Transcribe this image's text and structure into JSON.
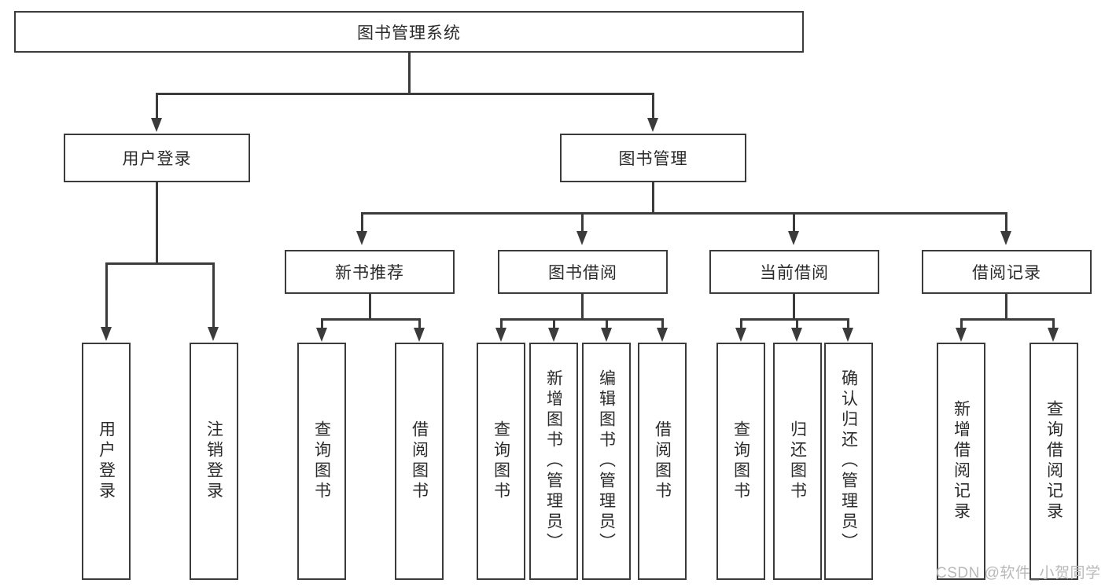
{
  "diagram": {
    "type": "tree-hierarchy",
    "title": "图书管理系统",
    "root": {
      "label": "图书管理系统"
    },
    "level1": [
      {
        "id": "user-login",
        "label": "用户登录"
      },
      {
        "id": "book-manage",
        "label": "图书管理"
      }
    ],
    "level2": [
      {
        "id": "new-book-recommend",
        "label": "新书推荐",
        "parent": "book-manage"
      },
      {
        "id": "book-borrow",
        "label": "图书借阅",
        "parent": "book-manage"
      },
      {
        "id": "current-borrow",
        "label": "当前借阅",
        "parent": "book-manage"
      },
      {
        "id": "borrow-record",
        "label": "借阅记录",
        "parent": "book-manage"
      }
    ],
    "leaves": {
      "user_login": [
        {
          "id": "leaf-user-login",
          "label": "用户登录"
        },
        {
          "id": "leaf-user-logout",
          "label": "注销登录"
        }
      ],
      "new_book_recommend": [
        {
          "id": "leaf-query-book-1",
          "label": "查询图书"
        },
        {
          "id": "leaf-borrow-book-1",
          "label": "借阅图书"
        }
      ],
      "book_borrow": [
        {
          "id": "leaf-query-book-2",
          "label": "查询图书"
        },
        {
          "id": "leaf-add-book",
          "label": "新增图书（管理员）"
        },
        {
          "id": "leaf-edit-book",
          "label": "编辑图书（管理员）"
        },
        {
          "id": "leaf-borrow-book-2",
          "label": "借阅图书"
        }
      ],
      "current_borrow": [
        {
          "id": "leaf-query-book-3",
          "label": "查询图书"
        },
        {
          "id": "leaf-return-book",
          "label": "归还图书"
        },
        {
          "id": "leaf-confirm-return",
          "label": "确认归还（管理员）"
        }
      ],
      "borrow_record": [
        {
          "id": "leaf-add-record",
          "label": "新增借阅记录"
        },
        {
          "id": "leaf-query-record",
          "label": "查询借阅记录"
        }
      ]
    },
    "colors": {
      "stroke": "#3b3b3b",
      "fill": "#ffffff",
      "text": "#2b2b2b",
      "watermark": "#b9b9b9"
    }
  },
  "watermark": {
    "text": "CSDN @软件_小贺同学"
  }
}
